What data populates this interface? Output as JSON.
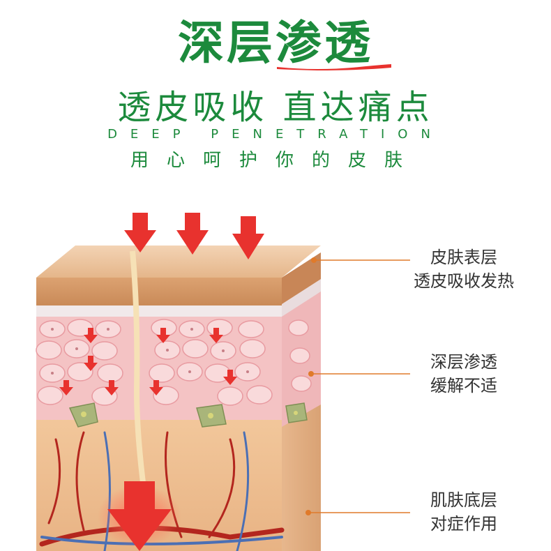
{
  "header": {
    "title": "深层渗透",
    "subtitle": "透皮吸收 直达痛点",
    "english": "DEEP PENETRATION",
    "slogan": "用心呵护你的皮肤"
  },
  "labels": [
    {
      "line1": "皮肤表层",
      "line2": "透皮吸收发热"
    },
    {
      "line1": "深层渗透",
      "line2": "缓解不适"
    },
    {
      "line1": "肌肤底层",
      "line2": "对症作用"
    }
  ],
  "colors": {
    "brand_green": "#1c8a3c",
    "accent_red": "#e8322e",
    "skin_tan": "#e0b184",
    "cell_pink": "#f5c5c8",
    "vein_blue": "#4b6fb4",
    "artery_red": "#b3261e",
    "leader_orange": "#e07a2a"
  },
  "icons": [
    "down-arrow-icon",
    "cell-icon"
  ]
}
